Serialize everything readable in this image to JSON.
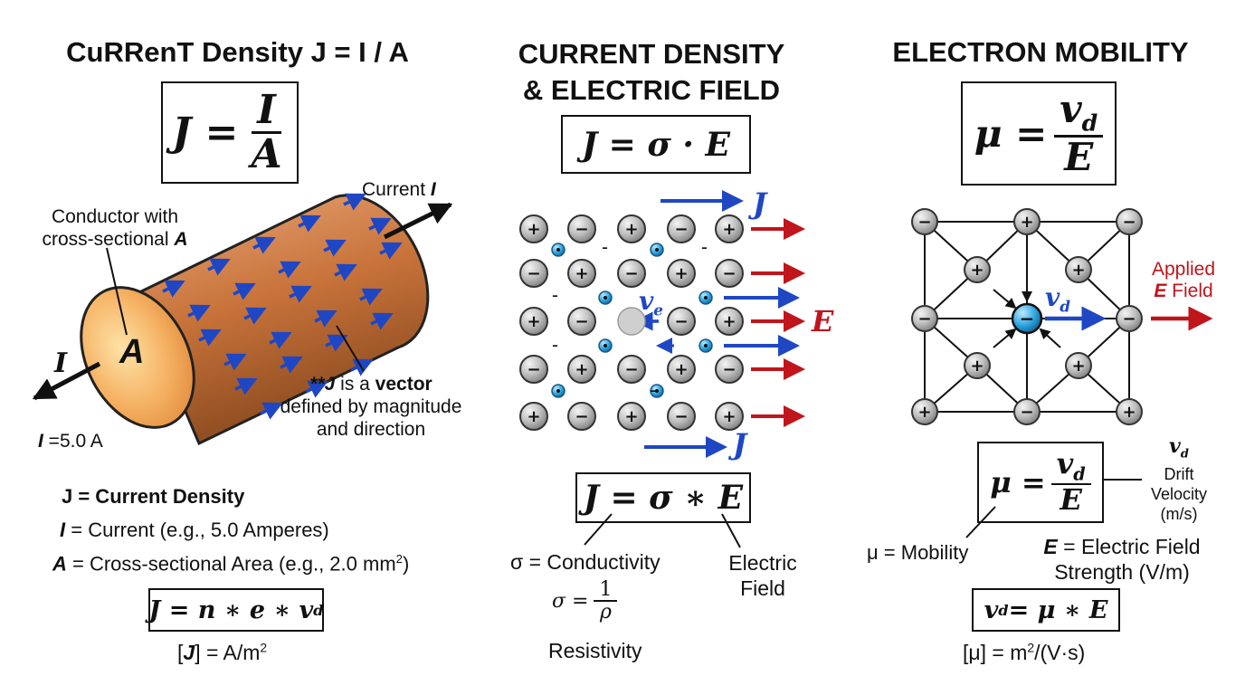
{
  "panel1": {
    "title": "CuRRenT Density J = I / A",
    "formula_lhs": "J =",
    "formula_num": "I",
    "formula_den": "A",
    "conductor_label_line1": "Conductor with",
    "conductor_label_line2": "cross-sectional ",
    "conductor_label_var": "A",
    "current_label": "Current ",
    "current_var": "I",
    "end_face_letter": "A",
    "i_arrow_label": "I",
    "i_value_var": "I",
    "i_value_text": " =5.0 A",
    "vector_note_prefix": "**J",
    "vector_note_mid": " is a ",
    "vector_note_bold": "vector",
    "vector_note_line2": "defined by magnitude",
    "vector_note_line3": "and direction",
    "def_j": "J = Current Density",
    "def_i_var": "I",
    "def_i_text": " = Current (e.g., 5.0 Amperes)",
    "def_a_var": "A",
    "def_a_text": " = Cross-sectional Area (e.g., 2.0 mm",
    "def_a_sup": "2",
    "def_a_close": ")",
    "formula2": "J = n ∗ e ∗ v",
    "formula2_sub": "d",
    "unit_open": "[",
    "unit_var": "J",
    "unit_text": "] = A/m",
    "unit_sup": "2"
  },
  "panel2": {
    "title_line1": "CURRENT DENSITY",
    "title_line2": "& ELECTRIC FIELD",
    "formula": "J = σ · E",
    "j_label_top": "J",
    "j_label_bottom": "J",
    "e_label": "E",
    "ve_label": "v",
    "ve_sub": "e",
    "formula2": "J = σ ∗ E",
    "sigma_label": "σ = Conductivity",
    "efield_line1": "Electric",
    "efield_line2": "Field",
    "sigma_eq": "σ =",
    "sigma_num": "1",
    "sigma_den": "ρ",
    "resistivity": "Resistivity",
    "minus_mark": "-"
  },
  "panel3": {
    "title": "ELECTRON MOBILITY",
    "formula_lhs": "μ =",
    "formula_num": "v",
    "formula_num_sub": "d",
    "formula_den": "E",
    "applied_line1": "Applied",
    "applied_var": "E",
    "applied_line2": " Field",
    "vd_label": "v",
    "vd_sub": "d",
    "formula2_lhs": "μ =",
    "formula2_num": "v",
    "formula2_num_sub": "d",
    "formula2_den": "E",
    "drift_var": "v",
    "drift_sub": "d",
    "drift_line1": "Drift",
    "drift_line2": "Velocity",
    "drift_line3": "(m/s)",
    "mobility_label": "μ = Mobility",
    "efs_var": "E",
    "efs_line1": " = Electric Field",
    "efs_line2": "Strength (V/m)",
    "formula3": "v",
    "formula3_sub": "d",
    "formula3_rest": " = μ ∗ E",
    "unit_text": "[μ] = m",
    "unit_sup": "2",
    "unit_rest": "/(V·s)"
  },
  "charges": {
    "plus": "+",
    "minus": "−"
  },
  "colors": {
    "blue_arrow": "#1f47c4",
    "red_arrow": "#c0151b",
    "electron_blue": "#2aa3e0",
    "copper": "#c8733a",
    "face_orange": "#f2a353",
    "ion_gray": "#b4b4b4"
  }
}
